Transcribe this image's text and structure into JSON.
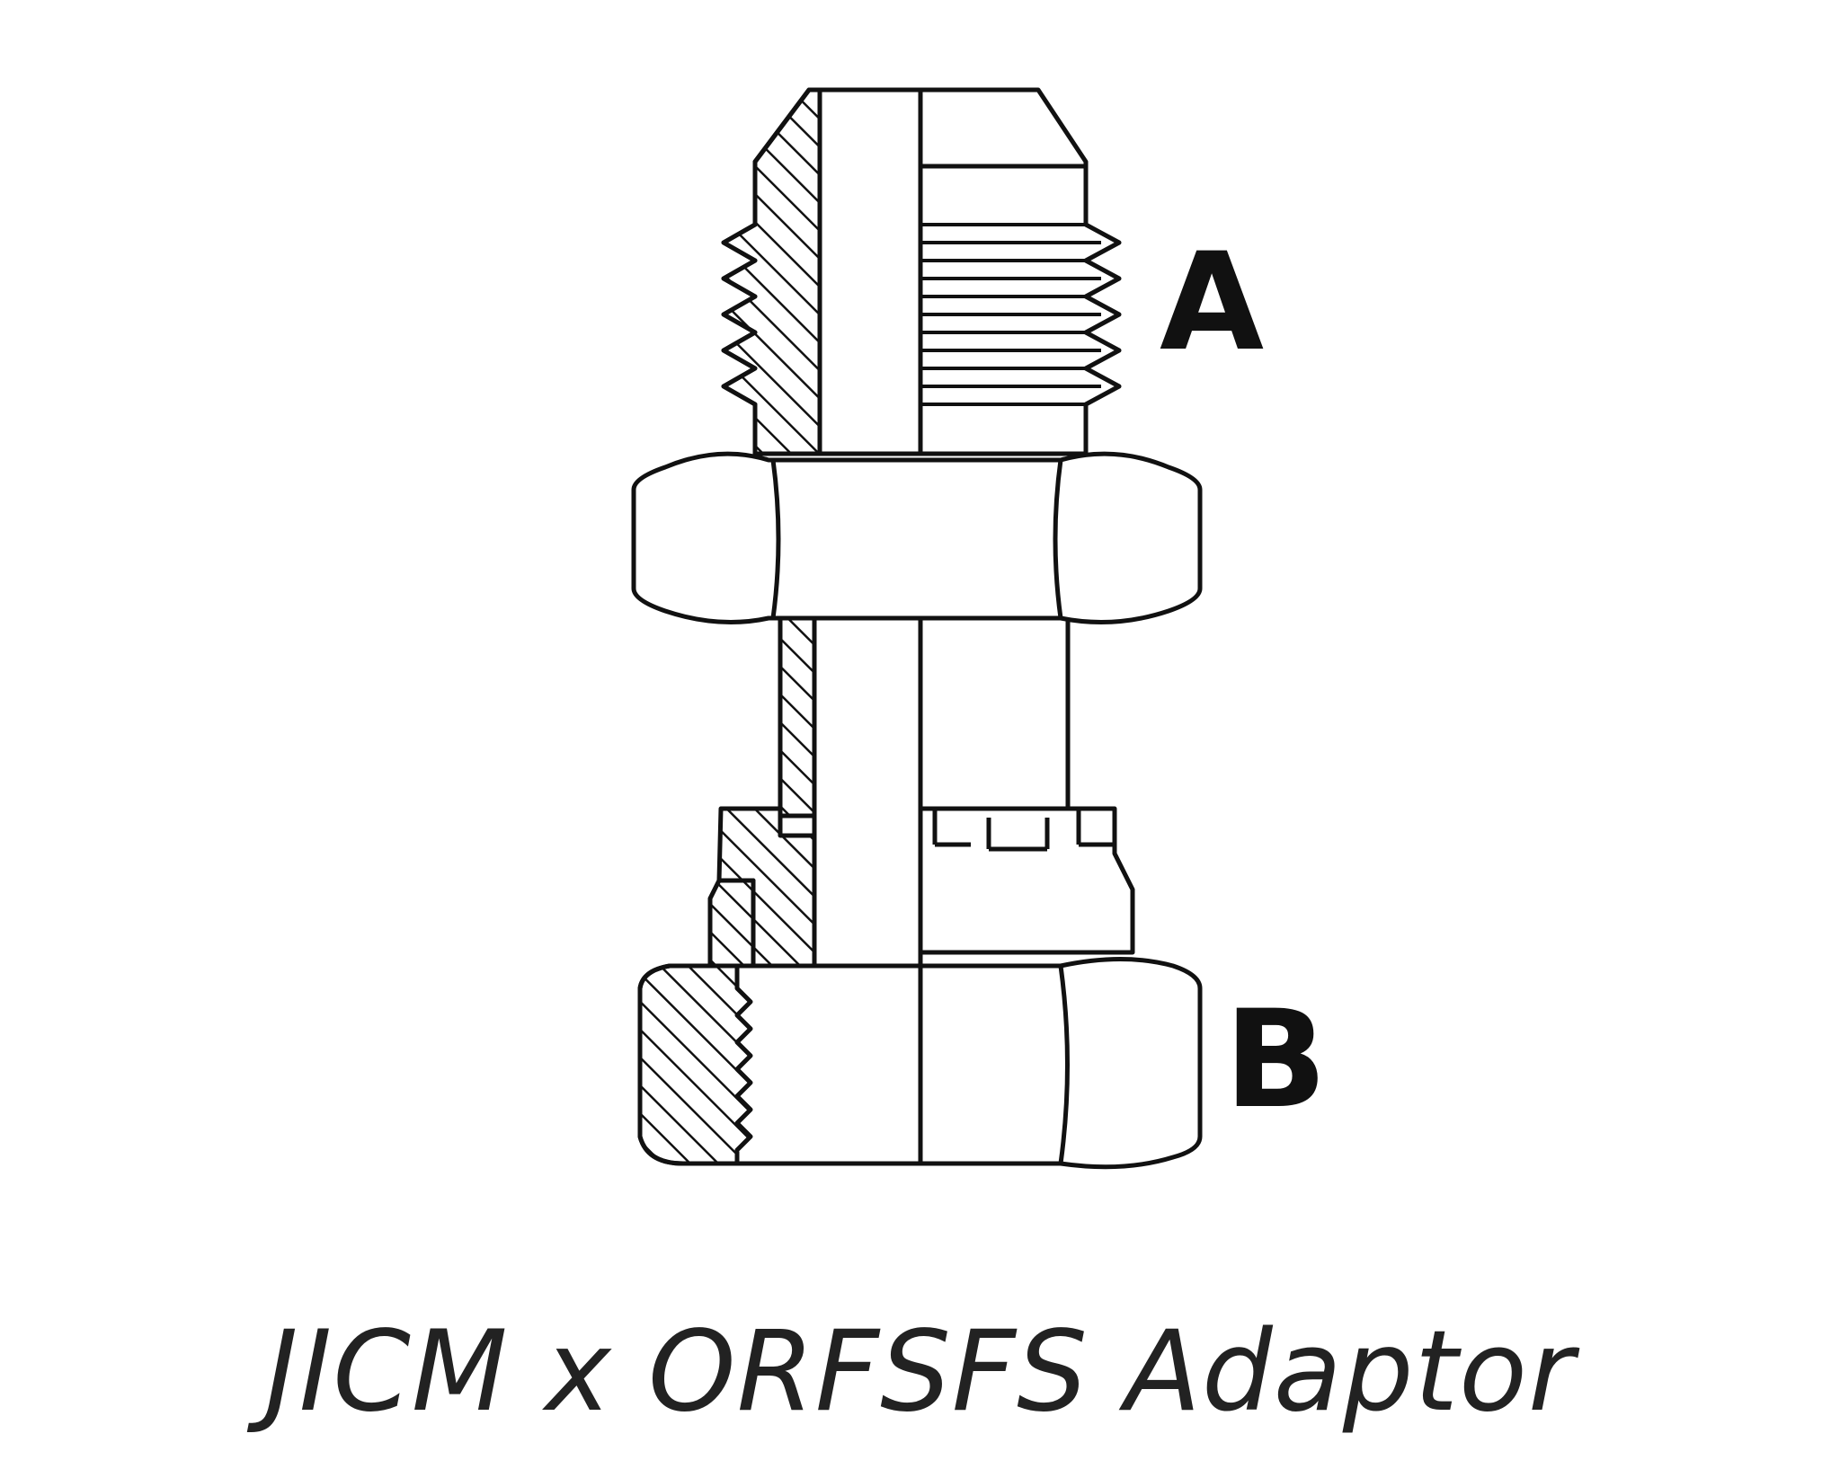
{
  "diagram": {
    "labels": {
      "a": "A",
      "b": "B"
    },
    "caption": "JICM x ORFSFS Adaptor",
    "colors": {
      "stroke": "#111111",
      "hatch": "#111111",
      "background": "#ffffff"
    }
  }
}
